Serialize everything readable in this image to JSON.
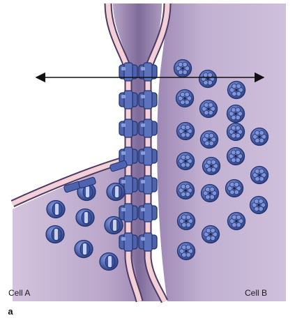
{
  "figure": {
    "panel_letter": "a",
    "labels": {
      "cell_a": "Cell A",
      "cell_b": "Cell B"
    }
  },
  "colors": {
    "background": "#ffffff",
    "cell_a_fill": "#b9a6c9",
    "cell_b_fill": "#c1b0d1",
    "gap_fill": "#7f6b99",
    "membrane": "#f3cfd8",
    "membrane_edge": "#4c3a63",
    "connexon": "#4e62ad",
    "connexon_dark": "#22346f",
    "connexon_light": "#9fb0e6",
    "arrow": "#111111"
  },
  "icons": {
    "junction_channel": "gap-junction-channel-icon",
    "connexon_face": "connexon-top-view-icon",
    "connexon_side": "connexon-side-view-icon"
  }
}
